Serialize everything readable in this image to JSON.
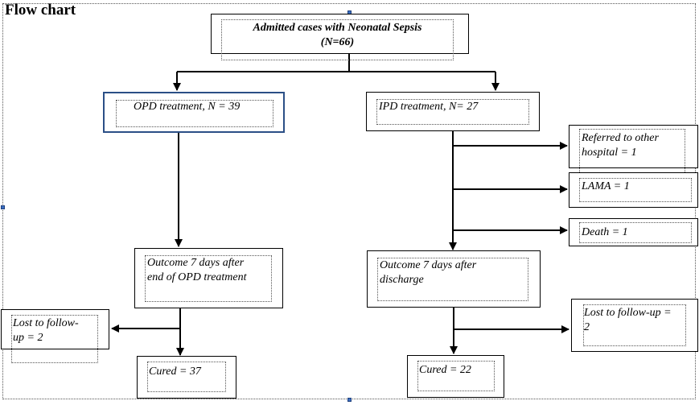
{
  "title": "Flow chart",
  "nodes": {
    "admitted": "Admitted cases with Neonatal Sepsis\n(N=66)",
    "opd": "OPD treatment, N = 39",
    "ipd": "IPD treatment, N= 27",
    "referred": "Referred to other\nhospital = 1",
    "lama": "LAMA = 1",
    "death": "Death = 1",
    "opd_outcome": "Outcome 7 days after\nend of OPD treatment",
    "ipd_outcome": "Outcome 7 days after\ndischarge",
    "lost_left": "Lost to follow-\nup = 2",
    "lost_right": "Lost to follow-up =\n2",
    "cured_left": "Cured = 37",
    "cured_right": "Cured = 22"
  }
}
